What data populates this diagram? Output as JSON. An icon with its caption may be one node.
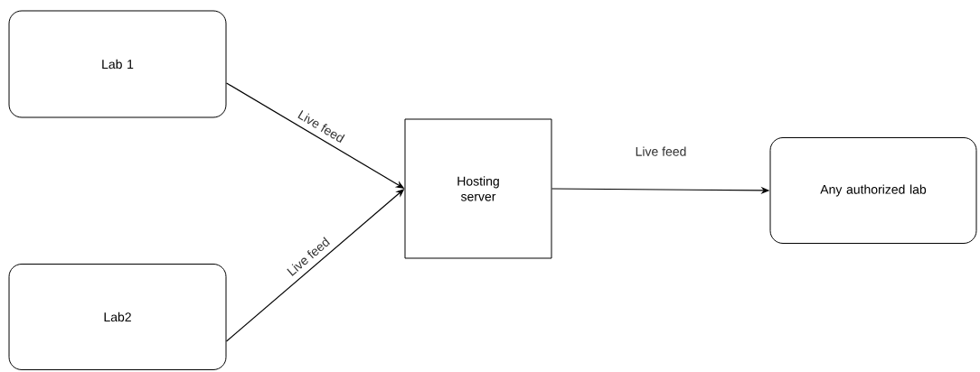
{
  "diagram": {
    "nodes": [
      {
        "text": [
          "Lab 1"
        ]
      },
      {
        "text": [
          "Lab2"
        ]
      },
      {
        "text": [
          "Hosting server"
        ]
      },
      {
        "text": [
          "Any authorized lab"
        ]
      }
    ],
    "edges": [
      {
        "from": 0,
        "to": 2,
        "arrow": "to",
        "label": "Live feed"
      },
      {
        "from": 1,
        "to": 2,
        "arrow": "to",
        "label": "Live feed"
      },
      {
        "from": 2,
        "to": 3,
        "arrow": "to",
        "label": "Live feed"
      }
    ]
  }
}
